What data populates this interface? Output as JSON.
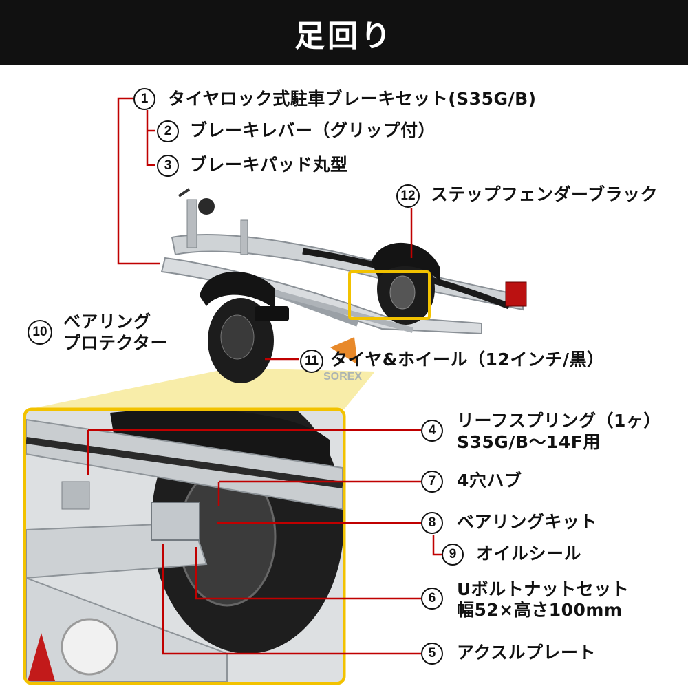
{
  "header": {
    "title": "足回り"
  },
  "colors": {
    "header_bg": "#111111",
    "leader": "#c00000",
    "zoom_frame": "#f2c200",
    "beam": "#f7ea9a"
  },
  "callouts": [
    {
      "num": "1",
      "label": "タイヤロック式駐車ブレーキセット(S35G/B)"
    },
    {
      "num": "2",
      "label": "ブレーキレバー（グリップ付）"
    },
    {
      "num": "3",
      "label": "ブレーキパッド丸型"
    },
    {
      "num": "12",
      "label": "ステップフェンダーブラック"
    },
    {
      "num": "10",
      "label_line1": "ベアリング",
      "label_line2": "プロテクター"
    },
    {
      "num": "11",
      "label": "タイヤ&ホイール（12インチ/黒）"
    },
    {
      "num": "4",
      "label_line1": "リーフスプリング（1ヶ）",
      "label_line2": "S35G/B〜14F用"
    },
    {
      "num": "7",
      "label": "4穴ハブ"
    },
    {
      "num": "8",
      "label": "ベアリングキット"
    },
    {
      "num": "9",
      "label": "オイルシール"
    },
    {
      "num": "6",
      "label_line1": "Uボルトナットセット",
      "label_line2": "幅52×高さ100mm"
    },
    {
      "num": "5",
      "label": "アクスルプレート"
    }
  ],
  "brand_mark": "SOREX"
}
